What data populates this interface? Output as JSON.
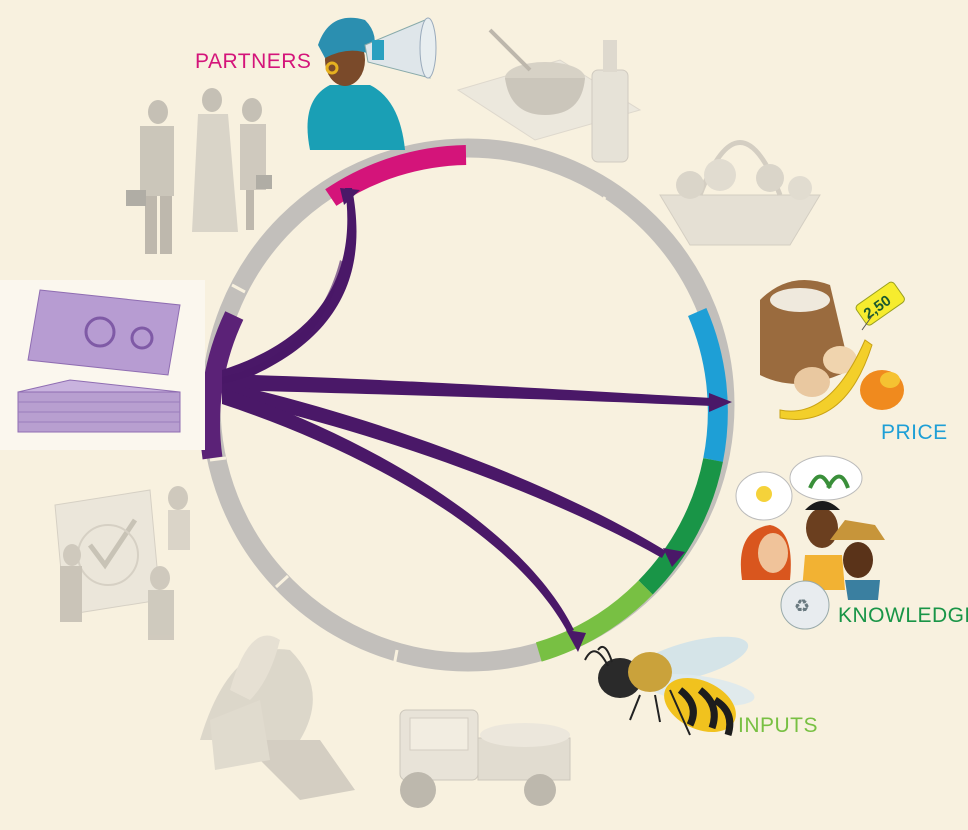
{
  "labels": {
    "partners": "PARTNERS",
    "price": "PRICE",
    "knowledge": "KNOWLEDGE",
    "inputs": "INPUTS"
  },
  "price_tag": "2,50",
  "colors": {
    "background": "#f8f1df",
    "ring_gray": "#c2bfbb",
    "partners": "#d4147a",
    "price": "#1e9fd6",
    "knowledge": "#199547",
    "inputs": "#78c043",
    "money": "#5b2277",
    "arrow": "#4a1868"
  },
  "illustrations": [
    {
      "name": "woman-megaphone-illustration",
      "color": "full"
    },
    {
      "name": "food-bowl-bottle-illustration",
      "color": "faded"
    },
    {
      "name": "vegetable-basket-illustration",
      "color": "faded"
    },
    {
      "name": "produce-bag-fruit-illustration",
      "color": "full"
    },
    {
      "name": "people-ideas-illustration",
      "color": "full"
    },
    {
      "name": "bee-illustration",
      "color": "full"
    },
    {
      "name": "delivery-tricycle-illustration",
      "color": "faded"
    },
    {
      "name": "plant-hands-illustration",
      "color": "faded"
    },
    {
      "name": "people-certificate-illustration",
      "color": "faded"
    },
    {
      "name": "banknotes-illustration",
      "color": "tinted"
    },
    {
      "name": "business-people-illustration",
      "color": "faded"
    }
  ]
}
